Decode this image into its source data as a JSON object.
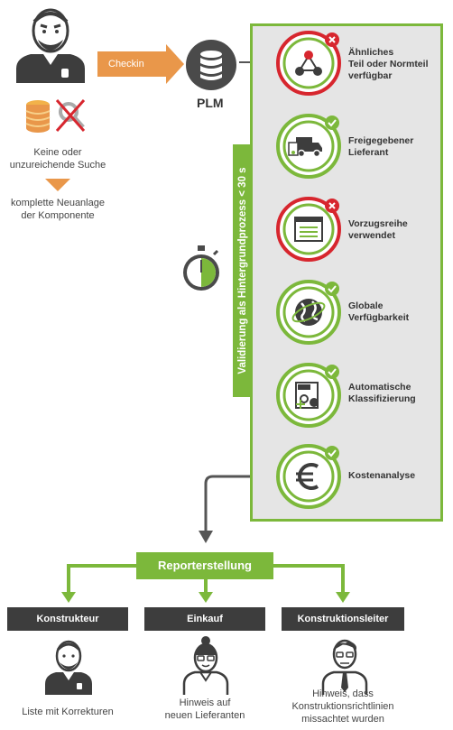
{
  "checkin": "Checkin",
  "plm": "PLM",
  "search_note": [
    "Keine oder",
    "unzureichende Suche"
  ],
  "new_component_note": [
    "komplette Neuanlage",
    "der Komponente"
  ],
  "validation_label": "Validierung als Hintergrundprozess < 30 s",
  "steps": [
    {
      "label": [
        "Ähnliches",
        "Teil oder Normteil",
        "verfügbar"
      ],
      "status": "fail",
      "icon": "molecule-icon"
    },
    {
      "label": [
        "Freigegebener",
        "Lieferant"
      ],
      "status": "ok",
      "icon": "truck-icon"
    },
    {
      "label": [
        "Vorzugsreihe",
        "verwendet"
      ],
      "status": "fail",
      "icon": "list-window-icon"
    },
    {
      "label": [
        "Globale",
        "Verfügbarkeit"
      ],
      "status": "ok",
      "icon": "globe-icon"
    },
    {
      "label": [
        "Automatische",
        "Klassifizierung"
      ],
      "status": "ok",
      "icon": "classification-icon"
    },
    {
      "label": [
        "Kostenanalyse"
      ],
      "status": "ok",
      "icon": "euro-icon"
    }
  ],
  "report": "Reporterstellung",
  "roles": [
    {
      "title": "Konstrukteur",
      "note": [
        "Liste mit Korrekturen"
      ],
      "icon": "engineer-avatar-icon"
    },
    {
      "title": "Einkauf",
      "note": [
        "Hinweis auf",
        "neuen Lieferanten"
      ],
      "icon": "buyer-avatar-icon"
    },
    {
      "title": "Konstruktionsleiter",
      "note": [
        "Hinweis, dass",
        "Konstruktionsrichtlinien",
        "missachtet wurden"
      ],
      "icon": "manager-avatar-icon"
    }
  ],
  "colors": {
    "green": "#7cb83b",
    "orange": "#e9974a",
    "red": "#d7262e",
    "dark": "#3d3d3d",
    "panel": "#e5e5e5"
  }
}
